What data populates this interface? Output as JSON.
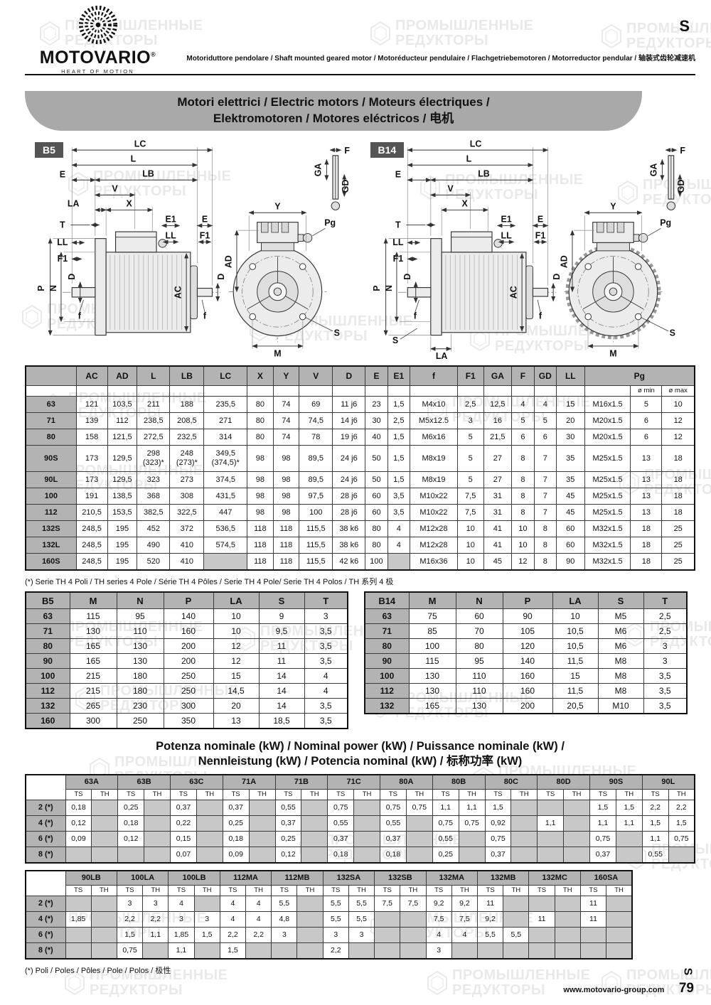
{
  "header": {
    "brand": "MOTOVARIO",
    "brand_reg": "®",
    "brand_tagline": "HEART OF MOTION",
    "section_letter": "S",
    "subtitle": "Motoriduttore pendolare / Shaft mounted geared motor / Motoréducteur pendulaire / Flachgetriebemotoren / Motorreductor pendular / 轴装式齿轮减速机"
  },
  "banner": {
    "line1": "Motori elettrici / Electric motors / Moteurs électriques /",
    "line2": "Elektromotoren / Motores eléctricos / 电机"
  },
  "watermark": {
    "line1": "ПРОМЫШЛЕННЫЕ",
    "line2": "РЕДУКТОРЫ"
  },
  "diagrams": {
    "b5_label": "B5",
    "b14_label": "B14"
  },
  "dims": {
    "LC": "LC",
    "L": "L",
    "LB": "LB",
    "E": "E",
    "V": "V",
    "X": "X",
    "LA": "LA",
    "T": "T",
    "LL": "LL",
    "F1": "F1",
    "E1": "E1",
    "P": "P",
    "N": "N",
    "D": "D",
    "f": "f",
    "AC": "AC",
    "AD": "AD",
    "Y": "Y",
    "M": "M",
    "Pg": "Pg",
    "S": "S",
    "F": "F",
    "GA": "GA",
    "GD": "GD"
  },
  "dim_table": {
    "columns": [
      "AC",
      "AD",
      "L",
      "LB",
      "LC",
      "X",
      "Y",
      "V",
      "D",
      "E",
      "E1",
      "f",
      "F1",
      "GA",
      "F",
      "GD",
      "LL"
    ],
    "pg_group": {
      "label": "Pg",
      "sub_min": "ø min",
      "sub_max": "ø max"
    },
    "rows": [
      {
        "label": "63",
        "values": [
          "121",
          "103,5",
          "211",
          "188",
          "235,5",
          "80",
          "74",
          "69",
          "11 j6",
          "23",
          "1,5",
          "M4x10",
          "2,5",
          "12,5",
          "4",
          "4",
          "15",
          "M16x1.5",
          "5",
          "10"
        ]
      },
      {
        "label": "71",
        "values": [
          "139",
          "112",
          "238,5",
          "208,5",
          "271",
          "80",
          "74",
          "74,5",
          "14 j6",
          "30",
          "2,5",
          "M5x12.5",
          "3",
          "16",
          "5",
          "5",
          "20",
          "M20x1.5",
          "6",
          "12"
        ]
      },
      {
        "label": "80",
        "values": [
          "158",
          "121,5",
          "272,5",
          "232,5",
          "314",
          "80",
          "74",
          "78",
          "19 j6",
          "40",
          "1,5",
          "M6x16",
          "5",
          "21,5",
          "6",
          "6",
          "30",
          "M20x1.5",
          "6",
          "12"
        ]
      },
      {
        "label": "90S",
        "values": [
          "173",
          "129,5",
          "298\n(323)*",
          "248\n(273)*",
          "349,5\n(374,5)*",
          "98",
          "98",
          "89,5",
          "24 j6",
          "50",
          "1,5",
          "M8x19",
          "5",
          "27",
          "8",
          "7",
          "35",
          "M25x1.5",
          "13",
          "18"
        ]
      },
      {
        "label": "90L",
        "values": [
          "173",
          "129,5",
          "323",
          "273",
          "374,5",
          "98",
          "98",
          "89,5",
          "24 j6",
          "50",
          "1,5",
          "M8x19",
          "5",
          "27",
          "8",
          "7",
          "35",
          "M25x1.5",
          "13",
          "18"
        ]
      },
      {
        "label": "100",
        "values": [
          "191",
          "138,5",
          "368",
          "308",
          "431,5",
          "98",
          "98",
          "97,5",
          "28 j6",
          "60",
          "3,5",
          "M10x22",
          "7,5",
          "31",
          "8",
          "7",
          "45",
          "M25x1.5",
          "13",
          "18"
        ]
      },
      {
        "label": "112",
        "values": [
          "210,5",
          "153,5",
          "382,5",
          "322,5",
          "447",
          "98",
          "98",
          "100",
          "28 j6",
          "60",
          "3,5",
          "M10x22",
          "7,5",
          "31",
          "8",
          "7",
          "45",
          "M25x1.5",
          "13",
          "18"
        ]
      },
      {
        "label": "132S",
        "values": [
          "248,5",
          "195",
          "452",
          "372",
          "536,5",
          "118",
          "118",
          "115,5",
          "38 k6",
          "80",
          "4",
          "M12x28",
          "10",
          "41",
          "10",
          "8",
          "60",
          "M32x1.5",
          "18",
          "25"
        ]
      },
      {
        "label": "132L",
        "values": [
          "248,5",
          "195",
          "490",
          "410",
          "574,5",
          "118",
          "118",
          "115,5",
          "38 k6",
          "80",
          "4",
          "M12x28",
          "10",
          "41",
          "10",
          "8",
          "60",
          "M32x1.5",
          "18",
          "25"
        ]
      },
      {
        "label": "160S",
        "values": [
          "248,5",
          "195",
          "520",
          "410",
          "",
          "118",
          "118",
          "115,5",
          "42 k6",
          "100",
          "",
          "M16x36",
          "10",
          "45",
          "12",
          "8",
          "90",
          "M32x1.5",
          "18",
          "25"
        ]
      }
    ],
    "footnote": "(*) Serie TH 4 Poli / TH series 4 Pole / Série TH 4 Pôles / Serie TH 4 Pole/ Serie TH 4 Polos / TH 系列 4 极"
  },
  "flange_tables": {
    "b5": {
      "title": "B5",
      "columns": [
        "M",
        "N",
        "P",
        "LA",
        "S",
        "T"
      ],
      "rows": [
        {
          "label": "63",
          "values": [
            "115",
            "95",
            "140",
            "10",
            "9",
            "3"
          ]
        },
        {
          "label": "71",
          "values": [
            "130",
            "110",
            "160",
            "10",
            "9,5",
            "3,5"
          ]
        },
        {
          "label": "80",
          "values": [
            "165",
            "130",
            "200",
            "12",
            "11",
            "3,5"
          ]
        },
        {
          "label": "90",
          "values": [
            "165",
            "130",
            "200",
            "12",
            "11",
            "3,5"
          ]
        },
        {
          "label": "100",
          "values": [
            "215",
            "180",
            "250",
            "15",
            "14",
            "4"
          ]
        },
        {
          "label": "112",
          "values": [
            "215",
            "180",
            "250",
            "14,5",
            "14",
            "4"
          ]
        },
        {
          "label": "132",
          "values": [
            "265",
            "230",
            "300",
            "20",
            "14",
            "3,5"
          ]
        },
        {
          "label": "160",
          "values": [
            "300",
            "250",
            "350",
            "13",
            "18,5",
            "3,5"
          ]
        }
      ]
    },
    "b14": {
      "title": "B14",
      "columns": [
        "M",
        "N",
        "P",
        "LA",
        "S",
        "T"
      ],
      "rows": [
        {
          "label": "63",
          "values": [
            "75",
            "60",
            "90",
            "10",
            "M5",
            "2,5"
          ]
        },
        {
          "label": "71",
          "values": [
            "85",
            "70",
            "105",
            "10,5",
            "M6",
            "2,5"
          ]
        },
        {
          "label": "80",
          "values": [
            "100",
            "80",
            "120",
            "10,5",
            "M6",
            "3"
          ]
        },
        {
          "label": "90",
          "values": [
            "115",
            "95",
            "140",
            "11,5",
            "M8",
            "3"
          ]
        },
        {
          "label": "100",
          "values": [
            "130",
            "110",
            "160",
            "15",
            "M8",
            "3,5"
          ]
        },
        {
          "label": "112",
          "values": [
            "130",
            "110",
            "160",
            "11,5",
            "M8",
            "3,5"
          ]
        },
        {
          "label": "132",
          "values": [
            "165",
            "130",
            "200",
            "20,5",
            "M10",
            "3,5"
          ]
        }
      ]
    }
  },
  "power_section": {
    "title_line1": "Potenza nominale (kW) / Nominal power (kW) / Puissance nominale (kW) /",
    "title_line2": "Nennleistung (kW) / Potencia nominal (kW) / 标称功率 (kW)",
    "sub_columns": [
      "TS",
      "TH"
    ],
    "table1": {
      "groups": [
        "63A",
        "63B",
        "63C",
        "71A",
        "71B",
        "71C",
        "80A",
        "80B",
        "80C",
        "80D",
        "90S",
        "90L"
      ],
      "rows": [
        {
          "label": "2 (*)",
          "cells": [
            "0,18",
            "",
            "0,25",
            "",
            "0,37",
            "",
            "0,37",
            "",
            "0,55",
            "",
            "0,75",
            "",
            "0,75",
            "0,75",
            "1,1",
            "1,1",
            "1,5",
            "",
            "",
            "",
            "1,5",
            "1,5",
            "2,2",
            "2,2"
          ]
        },
        {
          "label": "4 (*)",
          "cells": [
            "0,12",
            "",
            "0,18",
            "",
            "0,22",
            "",
            "0,25",
            "",
            "0,37",
            "",
            "0,55",
            "",
            "0,55",
            "",
            "0,75",
            "0,75",
            "0,92",
            "",
            "1,1",
            "",
            "1,1",
            "1,1",
            "1,5",
            "1,5"
          ]
        },
        {
          "label": "6 (*)",
          "cells": [
            "0,09",
            "",
            "0,12",
            "",
            "0,15",
            "",
            "0,18",
            "",
            "0,25",
            "",
            "0,37",
            "",
            "0,37",
            "",
            "0,55",
            "",
            "0,75",
            "",
            "",
            "",
            "0,75",
            "",
            "1,1",
            "0,75"
          ]
        },
        {
          "label": "8 (*)",
          "cells": [
            "",
            "",
            "",
            "",
            "0,07",
            "",
            "0,09",
            "",
            "0,12",
            "",
            "0,18",
            "",
            "0,18",
            "",
            "0,25",
            "",
            "0,37",
            "",
            "",
            "",
            "0,37",
            "",
            "0,55",
            ""
          ]
        }
      ]
    },
    "table2": {
      "groups": [
        "90LB",
        "100LA",
        "100LB",
        "112MA",
        "112MB",
        "132SA",
        "132SB",
        "132MA",
        "132MB",
        "132MC",
        "160SA"
      ],
      "rows": [
        {
          "label": "2 (*)",
          "cells": [
            "",
            "",
            "3",
            "3",
            "4",
            "",
            "4",
            "4",
            "5,5",
            "",
            "5,5",
            "5,5",
            "7,5",
            "7,5",
            "9,2",
            "9,2",
            "11",
            "",
            "",
            "",
            "11",
            ""
          ]
        },
        {
          "label": "4 (*)",
          "cells": [
            "1,85",
            "",
            "2,2",
            "2,2",
            "3",
            "3",
            "4",
            "4",
            "4,8",
            "",
            "5,5",
            "5,5",
            "",
            "",
            "7,5",
            "7,5",
            "9,2",
            "",
            "11",
            "",
            "11",
            ""
          ]
        },
        {
          "label": "6 (*)",
          "cells": [
            "",
            "",
            "1,5",
            "1,1",
            "1,85",
            "1,5",
            "2,2",
            "2,2",
            "3",
            "",
            "3",
            "3",
            "",
            "",
            "4",
            "4",
            "5,5",
            "5,5",
            "",
            "",
            "",
            ""
          ]
        },
        {
          "label": "8 (*)",
          "cells": [
            "",
            "",
            "0,75",
            "",
            "1,1",
            "",
            "1,5",
            "",
            "",
            "",
            "2,2",
            "",
            "",
            "",
            "3",
            "",
            "",
            "",
            "",
            "",
            "",
            ""
          ]
        }
      ]
    },
    "footnote": "(*) Poli / Poles / Pôles / Pole / Polos / 极性"
  },
  "footer": {
    "section_letter": "S",
    "site": "www.motovario-group.com",
    "page": "79"
  }
}
